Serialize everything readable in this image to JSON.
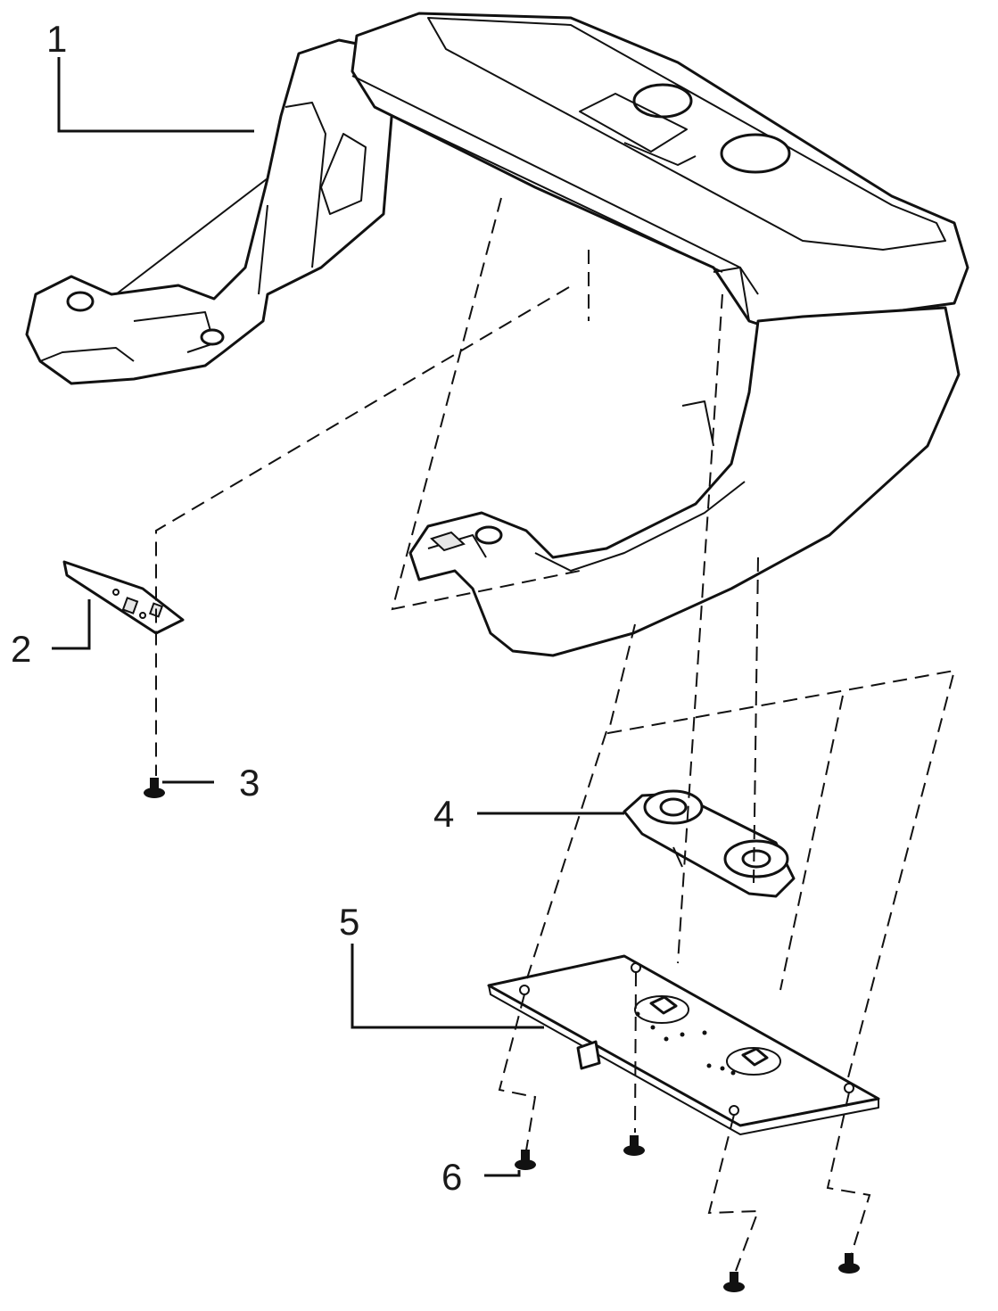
{
  "callouts": [
    {
      "id": "1",
      "label": "1"
    },
    {
      "id": "2",
      "label": "2"
    },
    {
      "id": "3",
      "label": "3"
    },
    {
      "id": "4",
      "label": "4"
    },
    {
      "id": "5",
      "label": "5"
    },
    {
      "id": "6",
      "label": "6"
    }
  ],
  "colors": {
    "line": "#111111",
    "background": "#ffffff",
    "shade": "#e6e6e6"
  }
}
